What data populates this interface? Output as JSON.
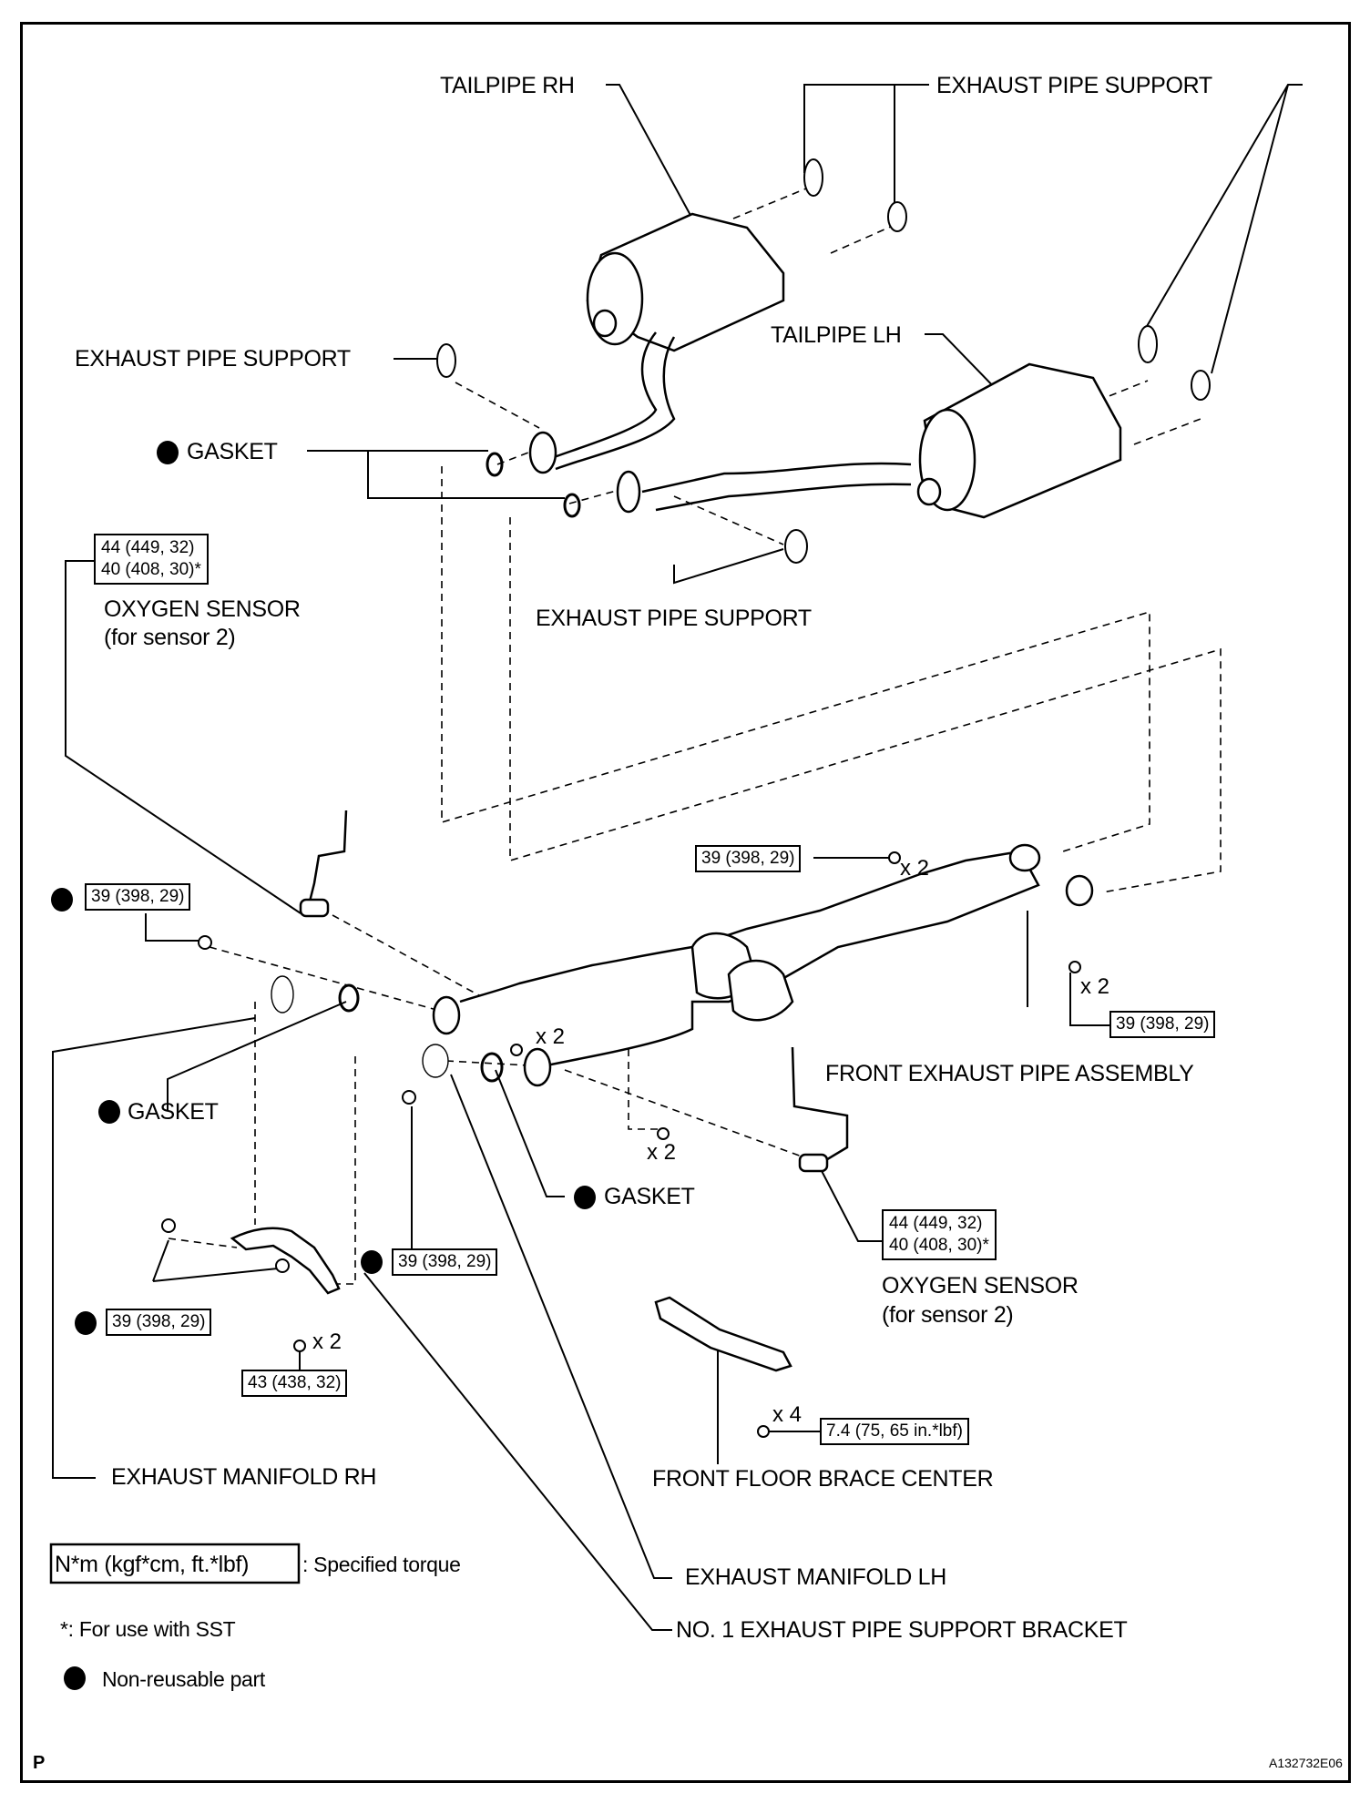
{
  "diagram": {
    "type": "exploded-parts-diagram",
    "subject": "Exhaust system components"
  },
  "labels": {
    "tailpipe_rh": "TAILPIPE RH",
    "tailpipe_lh": "TAILPIPE LH",
    "exhaust_pipe_support_top": "EXHAUST PIPE SUPPORT",
    "exhaust_pipe_support_left": "EXHAUST PIPE SUPPORT",
    "exhaust_pipe_support_mid": "EXHAUST PIPE SUPPORT",
    "gasket_top": "GASKET",
    "gasket_left": "GASKET",
    "gasket_center": "GASKET",
    "oxygen_sensor_left": "OXYGEN SENSOR",
    "oxygen_sensor_left_sub": "(for sensor 2)",
    "oxygen_sensor_right": "OXYGEN SENSOR",
    "oxygen_sensor_right_sub": "(for sensor 2)",
    "front_exhaust_pipe_assembly": "FRONT EXHAUST PIPE ASSEMBLY",
    "exhaust_manifold_rh": "EXHAUST MANIFOLD RH",
    "exhaust_manifold_lh": "EXHAUST MANIFOLD LH",
    "front_floor_brace_center": "FRONT FLOOR BRACE CENTER",
    "support_bracket": "NO. 1 EXHAUST PIPE SUPPORT BRACKET"
  },
  "torques": {
    "o2_left_line1": "44 (449, 32)",
    "o2_left_line2": "40 (408, 30)*",
    "o2_right_line1": "44 (449, 32)",
    "o2_right_line2": "40 (408, 30)*",
    "front_pipe_upper": "39 (398, 29)",
    "front_pipe_lower": "39 (398, 29)",
    "manifold_rh_nut": "39 (398, 29)",
    "manifold_lh_nut": "39 (398, 29)",
    "bracket_nut": "39 (398, 29)",
    "bracket_bolt": "43 (438, 32)",
    "brace_bolt": "7.4 (75, 65 in.*lbf)"
  },
  "quantities": {
    "front_pipe_upper": "x 2",
    "front_pipe_lower": "x 2",
    "manifold_bolt": "x 2",
    "pipe_bolt": "x 2",
    "bracket_bolt": "x 2",
    "brace_bolt": "x 4"
  },
  "legend": {
    "torque_unit": "N*m (kgf*cm, ft.*lbf)",
    "torque_desc": ": Specified torque",
    "sst_note": "*: For use with SST",
    "non_reusable": "Non-reusable part"
  },
  "footer": {
    "page_marker": "P",
    "figure_id": "A132732E06"
  }
}
